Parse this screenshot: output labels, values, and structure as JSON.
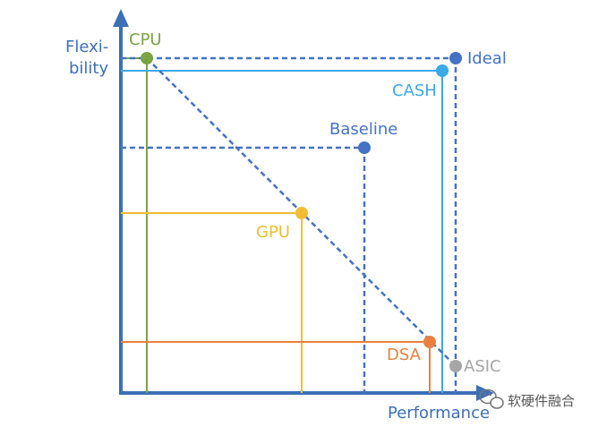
{
  "axes": {
    "y_label_line1": "Flexi-",
    "y_label_line2": "bility",
    "x_label": "Performance"
  },
  "points": {
    "cpu": "CPU",
    "ideal": "Ideal",
    "cash": "CASH",
    "baseline": "Baseline",
    "gpu": "GPU",
    "dsa": "DSA",
    "asic": "ASIC"
  },
  "watermark": "软硬件融合",
  "colors": {
    "axis": "#3d6fb6",
    "cpu": "#7aa342",
    "ideal": "#4472c4",
    "cash": "#3ba9e8",
    "baseline": "#4472c4",
    "gpu": "#f2bd35",
    "dsa": "#e9803f",
    "asic": "#a6a6a6"
  },
  "icons": {
    "watermark": "wechat-icon"
  }
}
